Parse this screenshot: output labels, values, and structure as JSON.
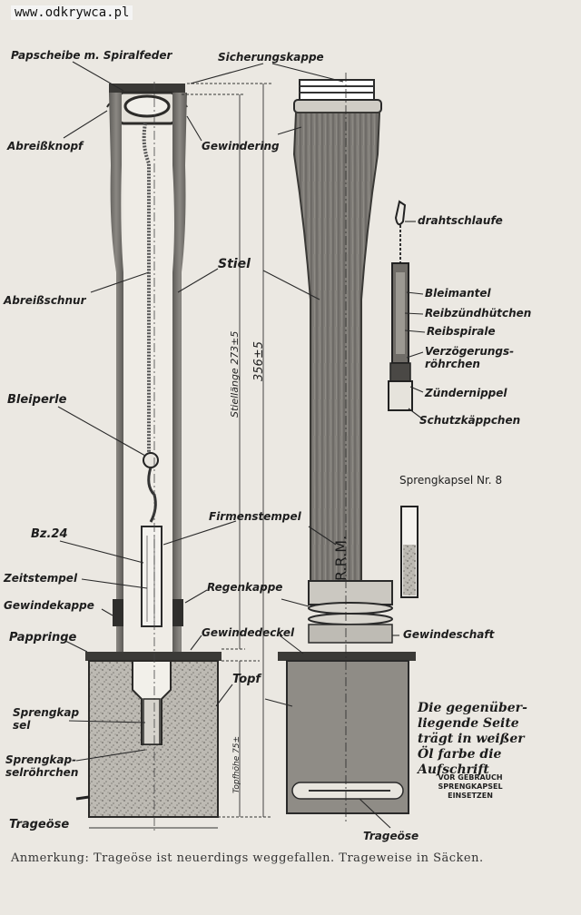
{
  "watermark": "www.odkrywca.pl",
  "labels": {
    "pappscheibe": "Papscheibe m. Spiralfeder",
    "sicherungskappe": "Sicherungskappe",
    "abreissknopf": "Abreißknopf",
    "gewindering": "Gewindering",
    "stiel": "Stiel",
    "abreissschnur": "Abreißschnur",
    "bleiperle": "Bleiperle",
    "firmenstempel": "Firmenstempel",
    "bz24": "Bz.24",
    "zeitstempel": "Zeitstempel",
    "gewindekappe": "Gewindekappe",
    "regenkappe": "Regenkappe",
    "pappringe": "Pappringe",
    "gewindedeckel": "Gewindedeckel",
    "gewindeschaft": "Gewindeschaft",
    "topf": "Topf",
    "sprengkapsel": "Sprengkap sel",
    "sprengkapselroehrchen": "Sprengkap-selröhrchen",
    "trageoese_left": "Trageöse",
    "trageoese_right": "Trageöse",
    "drahtschlaufe": "drahtschlaufe",
    "bleimantel": "Bleimantel",
    "reibzuendhuetchen": "Reibzündhütchen",
    "reibspirale": "Reibspirale",
    "verzoegerungsroehrchen": "Verzögerungs-röhrchen",
    "zuendernippel": "Zündernippel",
    "schutzkaeppchen": "Schutzkäppchen",
    "sprengkapsel_nr8": "Sprengkapsel Nr. 8",
    "rrm": "R.R.M.",
    "stiellaenge": "Stiellänge 273±5",
    "gesamtlaenge": "356±5",
    "topfhoehe": "Topfhöhe 75±",
    "aufschrift_intro": "Die gegenüber-liegende Seite trägt in weißer Öl farbe die Aufschrift",
    "aufschrift": "VOR GEBRAUCH SPRENGKAPSEL EINSETZEN"
  },
  "footnote": "Anmerkung: Trageöse ist neuerdings weggefallen. Trageweise in Säcken."
}
